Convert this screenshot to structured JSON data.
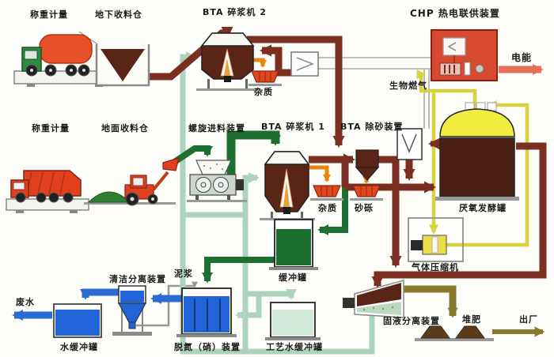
{
  "diagram": {
    "labels": {
      "weighing_top": "称重计量",
      "underground_bin": "地下收料仓",
      "pulper2": "BTA 碎浆机 2",
      "chp": "CHP 热电联供装置",
      "electric_energy": "电能",
      "impurities_top": "杂质",
      "biogas": "生物燃气",
      "weighing_bottom": "称重计量",
      "ground_bin": "地面收料仓",
      "screw_feeder": "螺旋进料装置",
      "pulper1": "BTA 碎浆机 1",
      "desander": "BTA 除砂装置",
      "impurities_mid": "杂质",
      "grit": "砂砾",
      "fermenter": "厌氧发酵罐",
      "gas_compressor": "气体压缩机",
      "buffer_tank": "缓冲罐",
      "slurry": "泥浆",
      "cleaning_separator": "清洁分离装置",
      "wastewater": "废水",
      "water_buffer_tank": "水缓冲罐",
      "denitrification": "脱氮（硝）装置",
      "process_water_tank": "工艺水缓冲罐",
      "solid_liquid_separator": "固液分离装置",
      "compost": "堆肥",
      "ship_out": "出厂"
    },
    "palette": {
      "substrate_pipe": "#7a2f20",
      "process_water_pipe": "#aed3bc",
      "biogas_pipe": "#d8d23e",
      "fresh_pulp_pipe": "#1e7030",
      "impurity_arrow": "#e8860f",
      "water_arrow": "#2b6bd4",
      "compost_arrow": "#8a7a2e",
      "electricity_arrow": "#e4705a",
      "chp_unit": "#d84a30",
      "fermenter_dome": "#f0ec3f",
      "tank_contents_dark": "#5a2416",
      "heat_line": "#999999"
    }
  }
}
